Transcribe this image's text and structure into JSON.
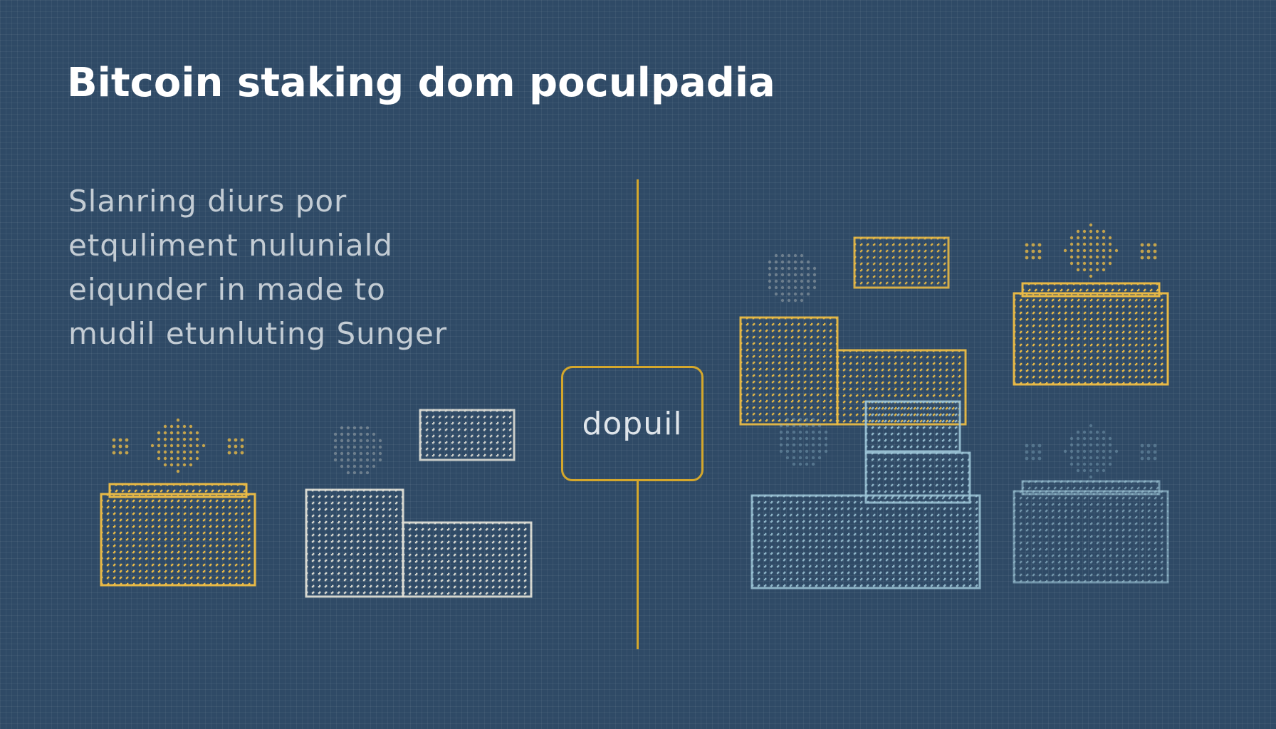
{
  "title": "Bitcoin staking dom poculpadia",
  "description_lines": [
    "Slanring diurs por",
    "etquliment nuluniald",
    "eiqunder in made to",
    "mudil etunluting Sunger"
  ],
  "center_label": "dopuil",
  "colors": {
    "background": "#2f4a66",
    "gold": "#e8b946",
    "white": "#dcdcd4",
    "blue": "#9cc4d6",
    "divider": "#d4a72c"
  },
  "icons": [
    "gold-coin-stack-icon",
    "white-block-icon",
    "gold-block-icon",
    "gold-coin-stack-icon",
    "blue-block-icon",
    "blue-coin-stack-icon"
  ]
}
